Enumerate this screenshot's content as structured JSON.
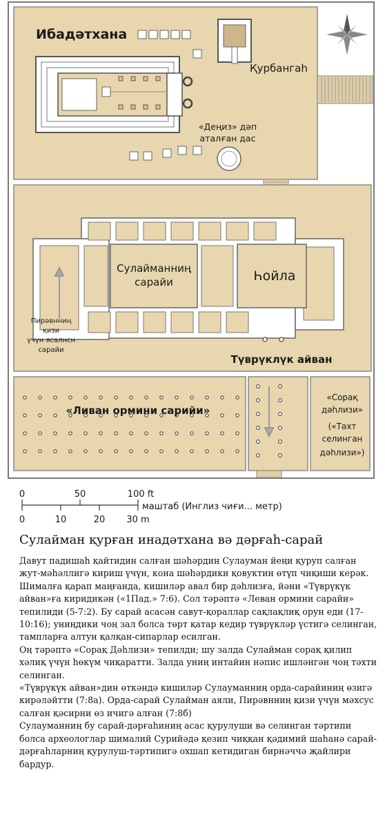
{
  "labels": {
    "temple": "Ибадәтхана",
    "altar": "Қурбангаһ",
    "sea_line1": "«Деңиз» дәп",
    "sea_line2": "аталған дас",
    "solomon_line1": "Сулайманниң",
    "solomon_line2": "сарайи",
    "courtyard": "Һойла",
    "pharaoh_line1": "Пирәвнниң",
    "pharaoh_line2": "қизи",
    "pharaoh_line3": "үчүн ясалнсн",
    "pharaoh_line4": "сарайи",
    "porch_pillars": "Түврүклүк айван",
    "lebanon": "«Ливан ормини сарийи»",
    "throne_line1": "«Сорақ",
    "throne_line2": "дәһлизи»",
    "throne_line3": "(«Тәхт",
    "throne_line4": "селинган",
    "throne_line5": "дәһлизи»)"
  },
  "scale": {
    "ft_ticks": [
      "0",
      "50",
      "100 ft"
    ],
    "m_ticks": [
      "0",
      "10",
      "20",
      "30 m"
    ],
    "caption": "маштаб (Инглиз чиғи... метр)"
  },
  "title": "Сулайман қурған инадәтхана вә дәрғаһ-сарай",
  "paragraphs": [
    "Давут падишаһ қайтидин салған шәһәрдин Сулауман йеңи қуруп салған жут-мәһәллигә кириш үчүн, кона шәһәрдики қовуктин өтүп чиқиши керәк. Шималға қарап маңғанда, кишиләр авал бир дәһлизға, йәни «Түврүкүк айван»ға киридикән («1Пад.» 7:6). Сол тәрәптә «Леван ормини сарайи» тепилиди (5-7:2). Бу сарай асасән савут-қораллар сақлақлиқ орун еди (17-10:16); униңдики чоң зал болса төрт қатар кедир түврүкләр үстигә селинган, тампларға алтун қалқан-сипарлар есилган.",
    "Оң тәрәптә «Сорақ Дәһлизи» тепилди; шу залда Сулайман сорақ қилип хәлиқ үчүн һөкүм чиқаратти. Залда униң интайин нәпис ишләнгән чоң тәхти селинган.",
    "«Түврүкүк айван»дин өткәндә кишиләр Сулауманниң орда-сарайиниң өзигә кирәләйтти (7:8а). Орда-сарай Сулайман аяли, Пирәвнниң қизи үчүн мәхсус салған қәсирни өз ичигә алған (7:8б)",
    "Сулауманниң бу сарай-дәрғаһиниң асас қурулуши вә селинган тәртипи болса археологлар шималий Сурийәдә қезип чиққан қәдимий шаһанә сарай-дәрғаһларниң қурулуш-тәртипигә охшап кетидиган бирнәччә җайлири бардур."
  ]
}
